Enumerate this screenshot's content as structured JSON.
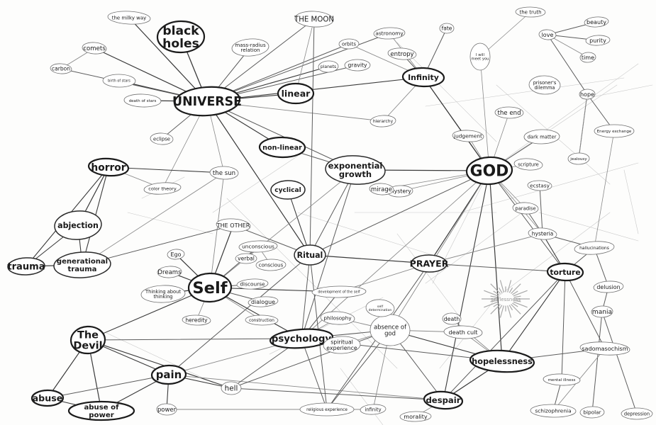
{
  "diagram": {
    "nodes": [
      {
        "id": "universe",
        "label": "UNIVERSE",
        "weight": "bold"
      },
      {
        "id": "god",
        "label": "GOD",
        "weight": "bold"
      },
      {
        "id": "self",
        "label": "Self",
        "weight": "bold"
      },
      {
        "id": "black_holes",
        "label": "black holes",
        "weight": "bold"
      },
      {
        "id": "linear",
        "label": "linear",
        "weight": "bold"
      },
      {
        "id": "non_linear",
        "label": "non-linear",
        "weight": "bold"
      },
      {
        "id": "infinity",
        "label": "Infinity",
        "weight": "bold"
      },
      {
        "id": "exponential",
        "label": "exponential growth",
        "weight": "medium"
      },
      {
        "id": "horror",
        "label": "horror",
        "weight": "bold"
      },
      {
        "id": "abjection",
        "label": "abjection",
        "weight": "medium"
      },
      {
        "id": "generational_trauma",
        "label": "generational trauma",
        "weight": "medium"
      },
      {
        "id": "trauma",
        "label": "trauma",
        "weight": "medium"
      },
      {
        "id": "cyclical",
        "label": "cyclical",
        "weight": "medium"
      },
      {
        "id": "ritual",
        "label": "Ritual",
        "weight": "medium"
      },
      {
        "id": "prayer",
        "label": "PRAYER",
        "weight": "medium"
      },
      {
        "id": "torture",
        "label": "torture",
        "weight": "bold"
      },
      {
        "id": "hopelessness",
        "label": "hopelessness",
        "weight": "bold"
      },
      {
        "id": "despair",
        "label": "despair",
        "weight": "bold"
      },
      {
        "id": "psychology",
        "label": "psychology",
        "weight": "bold"
      },
      {
        "id": "the_devil",
        "label": "The Devil",
        "weight": "bold"
      },
      {
        "id": "pain",
        "label": "pain",
        "weight": "bold"
      },
      {
        "id": "abuse",
        "label": "abuse",
        "weight": "bold"
      },
      {
        "id": "abuse_of_power",
        "label": "abuse of power",
        "weight": "bold"
      },
      {
        "id": "absence_of_god",
        "label": "absence of god",
        "weight": "light"
      },
      {
        "id": "the_sun",
        "label": "the sun",
        "weight": "light"
      },
      {
        "id": "the_moon",
        "label": "THE MOON",
        "weight": "light"
      },
      {
        "id": "the_other",
        "label": "THE OTHER",
        "weight": "light"
      },
      {
        "id": "ego",
        "label": "Ego",
        "weight": "light"
      },
      {
        "id": "dreams",
        "label": "Dreams",
        "weight": "light"
      },
      {
        "id": "thinking",
        "label": "Thinking about thinking",
        "weight": "light"
      },
      {
        "id": "development_self",
        "label": "development of the self",
        "weight": "light"
      },
      {
        "id": "religious_experience",
        "label": "religious experience",
        "weight": "light"
      },
      {
        "id": "hell",
        "label": "hell",
        "weight": "light"
      },
      {
        "id": "power",
        "label": "power",
        "weight": "light"
      },
      {
        "id": "the_milky_way",
        "label": "the milky way",
        "weight": "light"
      },
      {
        "id": "comets",
        "label": "comets",
        "weight": "light"
      },
      {
        "id": "mass_relation",
        "label": "mass-radius relation",
        "weight": "light"
      },
      {
        "id": "planets",
        "label": "planets",
        "weight": "light"
      },
      {
        "id": "astronomy",
        "label": "astronomy",
        "weight": "light"
      },
      {
        "id": "orbits",
        "label": "orbits",
        "weight": "light"
      },
      {
        "id": "gravity",
        "label": "gravity",
        "weight": "light"
      },
      {
        "id": "birth_of_stars",
        "label": "birth of stars",
        "weight": "light"
      },
      {
        "id": "death_of_stars",
        "label": "death of stars",
        "weight": "light"
      },
      {
        "id": "eclipse",
        "label": "eclipse",
        "weight": "light"
      },
      {
        "id": "carbon",
        "label": "carbon",
        "weight": "light"
      },
      {
        "id": "color_theory",
        "label": "color theory",
        "weight": "light"
      },
      {
        "id": "hierarchy",
        "label": "hierarchy",
        "weight": "light"
      },
      {
        "id": "mystery",
        "label": "mystery",
        "weight": "light"
      },
      {
        "id": "dark_matter",
        "label": "dark matter",
        "weight": "light"
      },
      {
        "id": "fate",
        "label": "fate",
        "weight": "light"
      },
      {
        "id": "the_truth",
        "label": "the truth",
        "weight": "light"
      },
      {
        "id": "ecstasy",
        "label": "ecstasy",
        "weight": "light"
      },
      {
        "id": "paradise",
        "label": "paradise",
        "weight": "light"
      },
      {
        "id": "hysteria",
        "label": "hysteria",
        "weight": "light"
      },
      {
        "id": "hallucinations",
        "label": "hallucinations",
        "weight": "light"
      },
      {
        "id": "delusion",
        "label": "delusion",
        "weight": "light"
      },
      {
        "id": "mania",
        "label": "mania",
        "weight": "light"
      },
      {
        "id": "bipolar",
        "label": "bipolar",
        "weight": "light"
      },
      {
        "id": "depression",
        "label": "depression",
        "weight": "light"
      },
      {
        "id": "schizophrenia",
        "label": "schizophrenia",
        "weight": "light"
      },
      {
        "id": "mental_illness",
        "label": "mental illness",
        "weight": "light"
      },
      {
        "id": "sadomasochism",
        "label": "sadomasochism",
        "weight": "light"
      },
      {
        "id": "love",
        "label": "love",
        "weight": "light"
      },
      {
        "id": "beauty",
        "label": "beauty",
        "weight": "light"
      },
      {
        "id": "purity",
        "label": "purity",
        "weight": "light"
      },
      {
        "id": "hope",
        "label": "hope",
        "weight": "light"
      },
      {
        "id": "jealousy",
        "label": "jealousy",
        "weight": "light"
      },
      {
        "id": "energy",
        "label": "Energy exchange",
        "weight": "light"
      },
      {
        "id": "death",
        "label": "death",
        "weight": "light"
      },
      {
        "id": "death_cult",
        "label": "death cult",
        "weight": "light"
      },
      {
        "id": "philosophy",
        "label": "philosophy",
        "weight": "light"
      },
      {
        "id": "self_determination",
        "label": "self determination",
        "weight": "light"
      },
      {
        "id": "dialogue",
        "label": "dialogue",
        "weight": "light"
      },
      {
        "id": "discourse",
        "label": "discourse",
        "weight": "light"
      },
      {
        "id": "unconscious",
        "label": "unconscious",
        "weight": "light"
      },
      {
        "id": "conscious",
        "label": "conscious",
        "weight": "light"
      },
      {
        "id": "verbal",
        "label": "verbal",
        "weight": "light"
      },
      {
        "id": "construction",
        "label": "construction",
        "weight": "light"
      },
      {
        "id": "heredity",
        "label": "heredity",
        "weight": "light"
      },
      {
        "id": "mirage",
        "label": "mirage",
        "weight": "light"
      },
      {
        "id": "entropy",
        "label": "entropy",
        "weight": "light"
      },
      {
        "id": "time",
        "label": "time",
        "weight": "light"
      },
      {
        "id": "infinity_small",
        "label": "infinity",
        "weight": "light"
      },
      {
        "id": "spiritual_experience",
        "label": "spiritual experience",
        "weight": "light"
      },
      {
        "id": "morality",
        "label": "morality",
        "weight": "light"
      },
      {
        "id": "i_will_meet_you",
        "label": "I will meet you",
        "weight": "light"
      },
      {
        "id": "the_end",
        "label": "the end",
        "weight": "light"
      },
      {
        "id": "prisoners_dilemma",
        "label": "prisoner's dilemma",
        "weight": "light"
      },
      {
        "id": "judgement",
        "label": "judgement",
        "weight": "light"
      },
      {
        "id": "scripture",
        "label": "scripture",
        "weight": "light"
      }
    ],
    "burst": {
      "label": "selflessness"
    }
  }
}
